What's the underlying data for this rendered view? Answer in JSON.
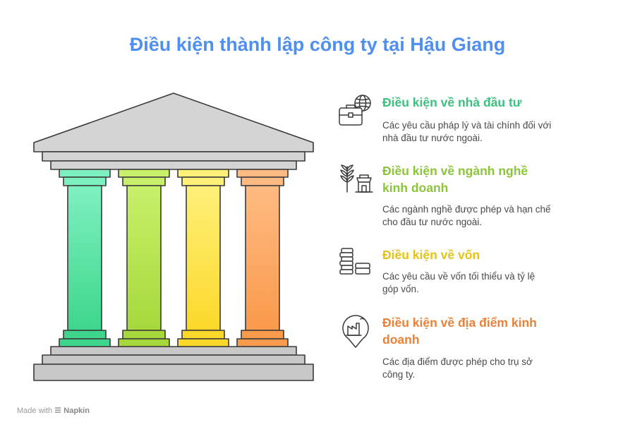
{
  "title": "Điều kiện thành lập công ty tại Hậu Giang",
  "items": [
    {
      "heading": "Điều kiện về nhà đầu tư",
      "description_lines": [
        "Các yêu cầu pháp lý và tài chính đối với",
        "nhà đầu tư nước ngoài."
      ],
      "color": "#3fbf7f",
      "icon": "globe-briefcase-icon"
    },
    {
      "heading_lines": [
        "Điều kiện về ngành nghề",
        "kinh doanh"
      ],
      "description_lines": [
        "Các ngành nghề được phép và hạn chế",
        "cho đầu tư nước ngoài."
      ],
      "color": "#8cc43c",
      "icon": "wheat-shop-icon"
    },
    {
      "heading": "Điều kiện về vốn",
      "description_lines": [
        "Các yêu cầu về vốn tối thiểu và tỷ lệ",
        "góp vốn."
      ],
      "color": "#e3c21a",
      "icon": "coin-stacks-icon"
    },
    {
      "heading_lines": [
        "Điều kiện về địa điểm kinh",
        "doanh"
      ],
      "description_lines": [
        "Các địa điểm được phép cho trụ sở",
        "công ty."
      ],
      "color": "#e8823a",
      "icon": "location-factory-icon"
    }
  ],
  "pillar_colors": [
    {
      "light": "#7ef0c0",
      "dark": "#3ed68c"
    },
    {
      "light": "#c8f06a",
      "dark": "#a6d83c"
    },
    {
      "light": "#fff07a",
      "dark": "#fbd82a"
    },
    {
      "light": "#ffbb82",
      "dark": "#fa9a4c"
    }
  ],
  "footer": {
    "prefix": "Made with",
    "brand": "Napkin"
  }
}
